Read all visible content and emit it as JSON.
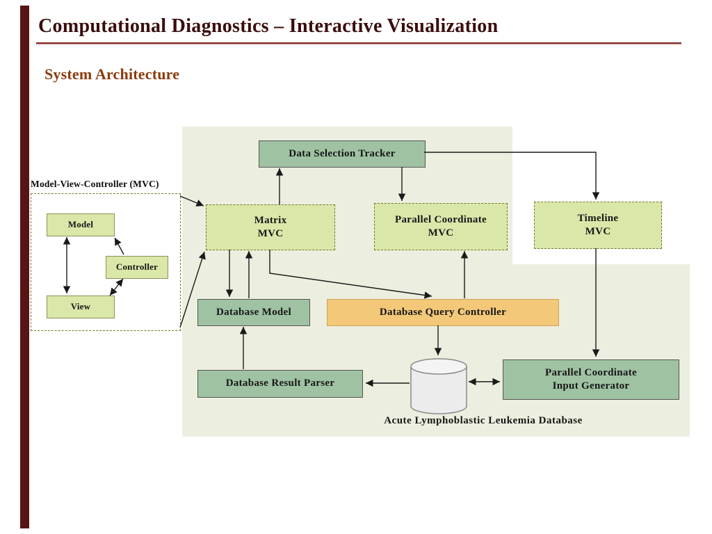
{
  "slide": {
    "title": "Computational Diagnostics – Interactive Visualization",
    "subtitle": "System Architecture",
    "accent_bar_color": "#571414",
    "title_color": "#3a0d0d",
    "underline_color": "#7a1d1d",
    "subtitle_color": "#8a3b0e"
  },
  "diagram": {
    "background_color": "#ecefdf",
    "colors": {
      "sage_box": "#9fc2a3",
      "light_green_box": "#d9e8a9",
      "orange_box": "#f3c878",
      "dashed_border": "#76762a",
      "arrow": "#1a1a1a",
      "cylinder_fill": "#ececec",
      "cylinder_stroke": "#8a8a8a"
    },
    "nodes": {
      "data_selection_tracker": {
        "label": "Data Selection Tracker"
      },
      "matrix_mvc": {
        "label": "Matrix\nMVC"
      },
      "parallel_coordinate_mvc": {
        "label": "Parallel Coordinate\nMVC"
      },
      "timeline_mvc": {
        "label": "Timeline\nMVC"
      },
      "database_model": {
        "label": "Database Model"
      },
      "database_query_controller": {
        "label": "Database Query Controller"
      },
      "database_result_parser": {
        "label": "Database Result Parser"
      },
      "parallel_coordinate_input_generator": {
        "label": "Parallel Coordinate\nInput Generator"
      },
      "database_caption": {
        "label": "Acute Lymphoblastic Leukemia Database"
      }
    },
    "legend": {
      "title": "Model-View-Controller (MVC)",
      "model": "Model",
      "controller": "Controller",
      "view": "View"
    }
  }
}
